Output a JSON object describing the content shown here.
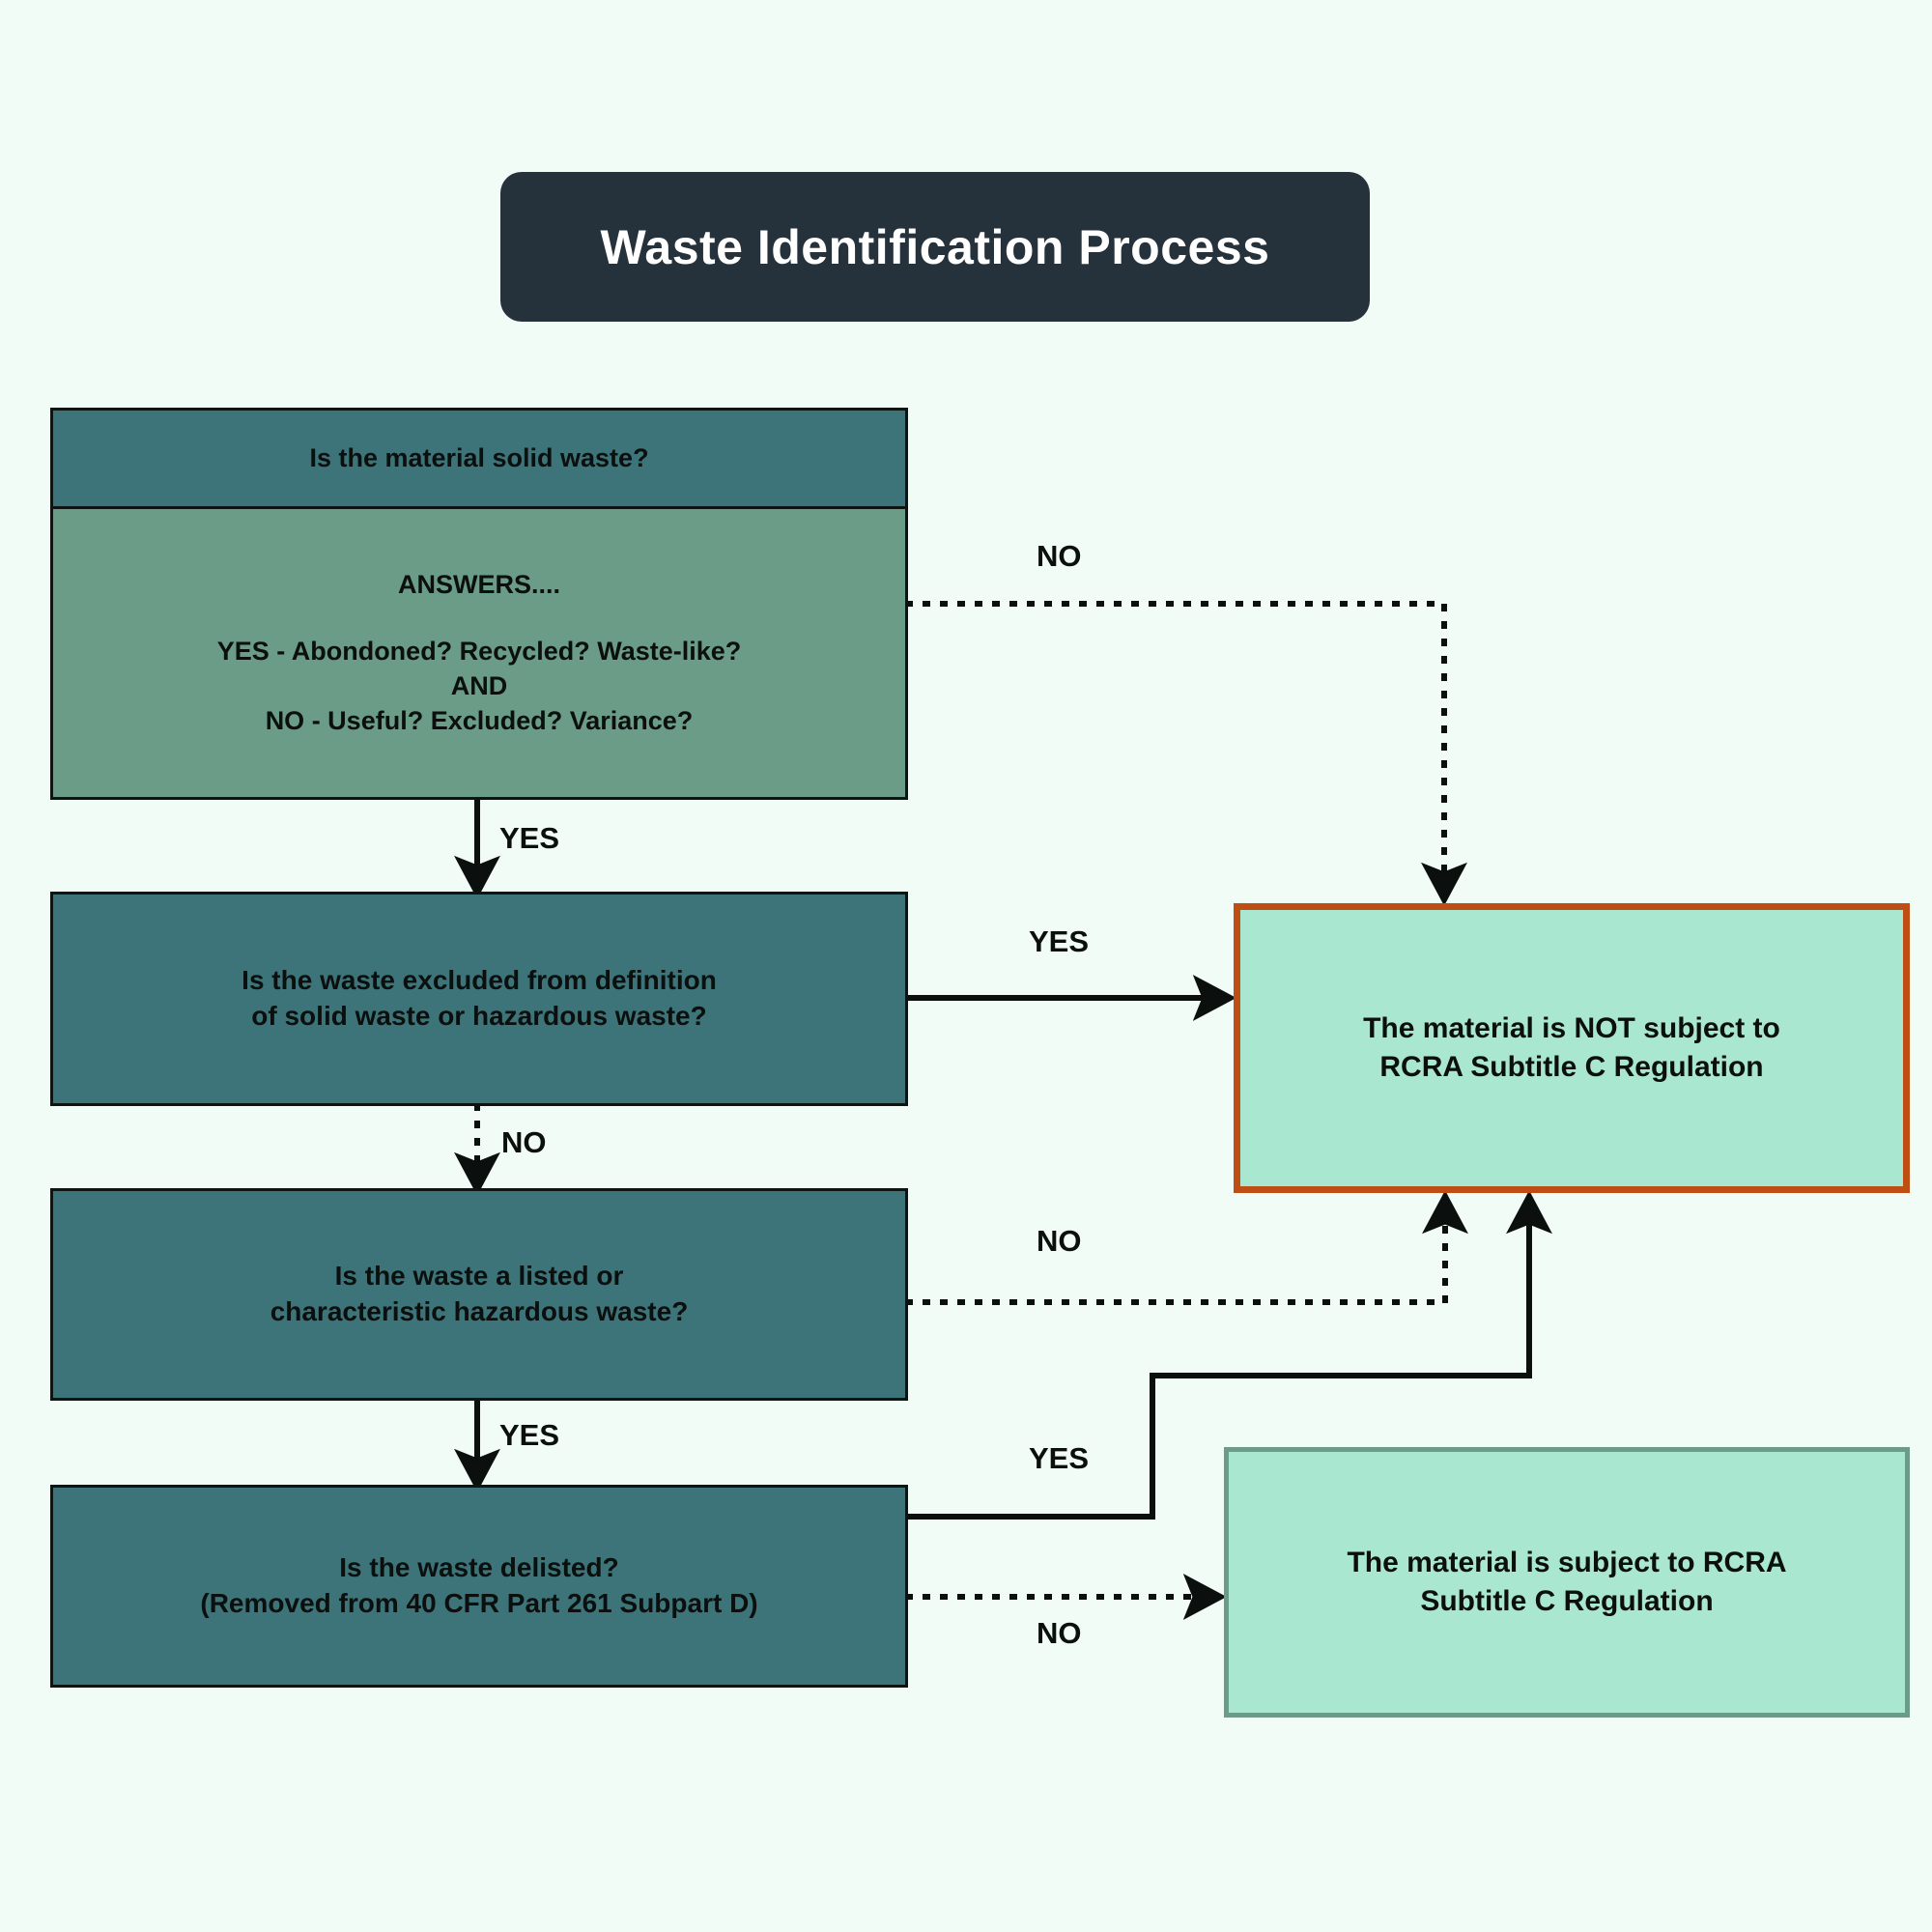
{
  "page": {
    "background_color": "#f2fcf7",
    "title": "Waste Identification Process"
  },
  "palette": {
    "title_bg": "#25323c",
    "title_text": "#ffffff",
    "question_header_bg": "#3d7479",
    "question_body_bg": "#6a9c87",
    "decision_bg": "#3d7479",
    "result_bg": "#aae7d1",
    "result_primary_border": "#bf4e14",
    "result_secondary_border": "#6a9c87",
    "edge_color": "#0b0f0e"
  },
  "nodes": {
    "question1_header": "Is the material solid waste?",
    "question1_body": {
      "heading": "ANSWERS....",
      "lines": [
        "YES - Abondoned? Recycled? Waste-like?",
        "AND",
        "NO - Useful? Excluded? Variance?"
      ]
    },
    "decision2": {
      "lines": [
        "Is the waste excluded from definition",
        "of solid waste or hazardous waste?"
      ]
    },
    "decision3": {
      "lines": [
        "Is the waste a listed or",
        "characteristic hazardous waste?"
      ]
    },
    "decision4": {
      "lines": [
        "Is the waste delisted?",
        "(Removed from 40 CFR Part 261 Subpart D)"
      ]
    },
    "result_not_subject": {
      "lines": [
        "The material is NOT subject to",
        "RCRA Subtitle C Regulation"
      ]
    },
    "result_subject": {
      "lines": [
        "The material is subject to RCRA",
        "Subtitle C Regulation"
      ]
    }
  },
  "edges": [
    {
      "id": "q1-no",
      "label": "NO",
      "style": "dotted",
      "from": "question1_body",
      "to": "result_not_subject"
    },
    {
      "id": "q1-yes",
      "label": "YES",
      "style": "solid",
      "from": "question1_body",
      "to": "decision2"
    },
    {
      "id": "d2-yes",
      "label": "YES",
      "style": "solid",
      "from": "decision2",
      "to": "result_not_subject"
    },
    {
      "id": "d2-no",
      "label": "NO",
      "style": "dotted",
      "from": "decision2",
      "to": "decision3"
    },
    {
      "id": "d3-no",
      "label": "NO",
      "style": "dotted",
      "from": "decision3",
      "to": "result_not_subject"
    },
    {
      "id": "d3-yes",
      "label": "YES",
      "style": "solid",
      "from": "decision3",
      "to": "decision4"
    },
    {
      "id": "d4-yes",
      "label": "YES",
      "style": "solid",
      "from": "decision4",
      "to": "result_not_subject"
    },
    {
      "id": "d4-no",
      "label": "NO",
      "style": "dotted",
      "from": "decision4",
      "to": "result_subject"
    }
  ],
  "edge_labels": {
    "q1_no": "NO",
    "q1_yes": "YES",
    "d2_yes": "YES",
    "d2_no": "NO",
    "d3_no": "NO",
    "d3_yes": "YES",
    "d4_yes": "YES",
    "d4_no": "NO"
  }
}
